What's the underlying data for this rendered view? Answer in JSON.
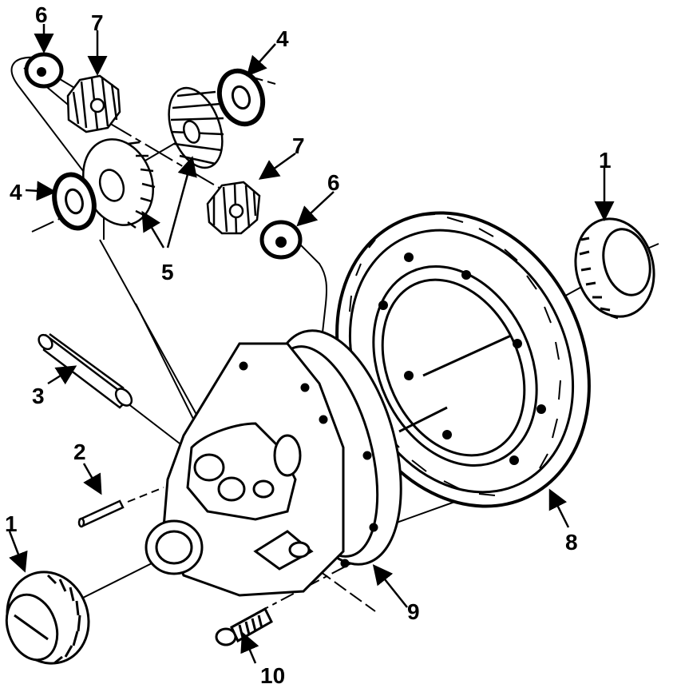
{
  "diagram": {
    "callouts": [
      {
        "id": "c6a",
        "text": "6"
      },
      {
        "id": "c7a",
        "text": "7"
      },
      {
        "id": "c4a",
        "text": "4"
      },
      {
        "id": "c4b",
        "text": "4"
      },
      {
        "id": "c7b",
        "text": "7"
      },
      {
        "id": "c6b",
        "text": "6"
      },
      {
        "id": "c5",
        "text": "5"
      },
      {
        "id": "c1a",
        "text": "1"
      },
      {
        "id": "c3",
        "text": "3"
      },
      {
        "id": "c2",
        "text": "2"
      },
      {
        "id": "c1b",
        "text": "1"
      },
      {
        "id": "c8",
        "text": "8"
      },
      {
        "id": "c9",
        "text": "9"
      },
      {
        "id": "c10",
        "text": "10"
      }
    ]
  }
}
